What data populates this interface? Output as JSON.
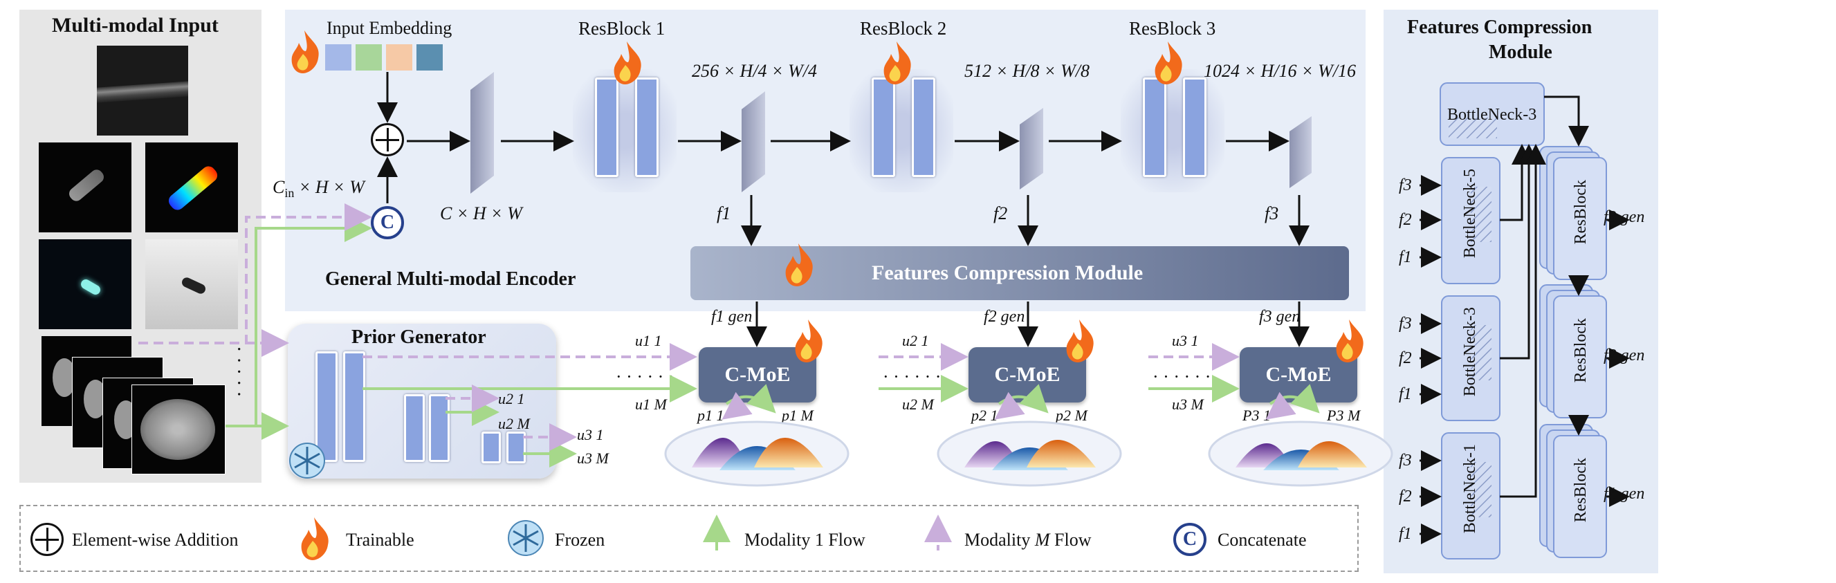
{
  "input_panel": {
    "title": "Multi-modal Input",
    "ellipsis": "· · · · ·"
  },
  "encoder": {
    "title": "General Multi-modal Encoder",
    "input_embedding": "Input Embedding",
    "embedding_colors": [
      "#a4b8e8",
      "#a8d69a",
      "#f6c9a6",
      "#5b8fb0"
    ],
    "resblocks": [
      "ResBlock 1",
      "ResBlock 2",
      "ResBlock 3"
    ],
    "dims": {
      "cin": "C",
      "cin_sub": "in",
      "cin_rest": " × H × W",
      "chw": "C × H × W",
      "d1": "256 × H/4 × W/4",
      "d2": "512 × H/8 × W/8",
      "d3": "1024 × H/16 × W/16"
    },
    "features": [
      "f1",
      "f2",
      "f3"
    ],
    "fcm_bar": "Features Compression Module",
    "concat_letter": "C"
  },
  "prior": {
    "title": "Prior Generator",
    "u_labels": [
      "u2 1",
      "u2 M",
      "u3 1",
      "u3 M"
    ]
  },
  "cmoe": {
    "label": "C-MoE",
    "blocks": [
      {
        "fgen": "f1 gen",
        "u_top": "u1 1",
        "u_bot": "u1 M",
        "p_left": "p1 1",
        "p_right": "p1 M"
      },
      {
        "fgen": "f2 gen",
        "u_top": "u2 1",
        "u_bot": "u2 M",
        "p_left": "p2 1",
        "p_right": "p2 M"
      },
      {
        "fgen": "f3 gen",
        "u_top": "u3 1",
        "u_bot": "u3 M",
        "p_left": "P3 1",
        "p_right": "P3 M"
      }
    ],
    "dots": "· · · · · ·"
  },
  "fcm_panel": {
    "title_line1": "Features Compression",
    "title_line2": "Module",
    "bottlenecks": [
      "BottleNeck-3",
      "BottleNeck-5",
      "BottleNeck-3",
      "BottleNeck-1"
    ],
    "resblock": "ResBlock",
    "inputs": [
      "f3",
      "f2",
      "f1"
    ],
    "outputs": [
      "f3 gen",
      "f2 gen",
      "f1 gen"
    ]
  },
  "legend": {
    "addition": "Element-wise Addition",
    "trainable": "Trainable",
    "frozen": "Frozen",
    "flow1": "Modality 1 Flow",
    "flowM_pre": "Modality ",
    "flowM_var": "M",
    "flowM_post": " Flow",
    "concat": "Concatenate"
  },
  "colors": {
    "modality1_flow": "#a6d88a",
    "modalityM_flow": "#c9aedb",
    "concat_ring": "#26408c",
    "cmoe_fill": "#5b6c8e",
    "fire": "#f26a1b"
  },
  "icons": [
    "fire-icon",
    "snowflake-icon",
    "concatenate-icon",
    "addition-icon"
  ]
}
